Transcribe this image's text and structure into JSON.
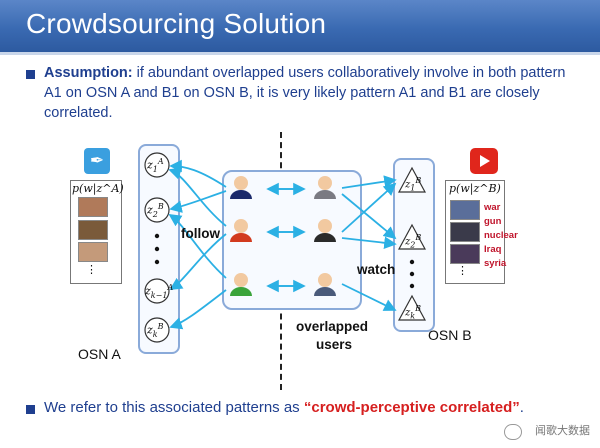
{
  "slide": {
    "title": "Crowdsourcing Solution",
    "assumption_label": "Assumption:",
    "assumption_text": " if abundant overlapped users collaboratively involve in both pattern A1 on OSN A and B1 on OSN B, it is very likely pattern A1 and B1 are closely correlated.",
    "bottom_text": "We refer to this associated patterns as ",
    "bottom_highlight": "“crowd-perceptive correlated”",
    "bottom_end": "."
  },
  "diagram": {
    "osn_a_label": "OSN A",
    "osn_b_label": "OSN B",
    "follow_label": "follow",
    "watch_label": "watch",
    "overlapped_label_1": "overlapped",
    "overlapped_label_2": "users",
    "dist_a_title": "p(w|z^A)",
    "dist_b_title": "p(w|z^B)",
    "topic_words_b": [
      "war",
      "gun",
      "nuclear",
      "Iraq",
      "syria"
    ],
    "ellipsis": "⋮"
  },
  "watermark": {
    "text": "闻歌大数据"
  },
  "colors": {
    "title_bar": "#3a6ab2",
    "text_blue": "#1f3f8f",
    "highlight_red": "#d61f1f",
    "arrow": "#2bb0e4",
    "box_border": "#8aaad9"
  },
  "icons": {
    "twitter": "twitter-bird-icon",
    "youtube": "youtube-play-icon"
  }
}
